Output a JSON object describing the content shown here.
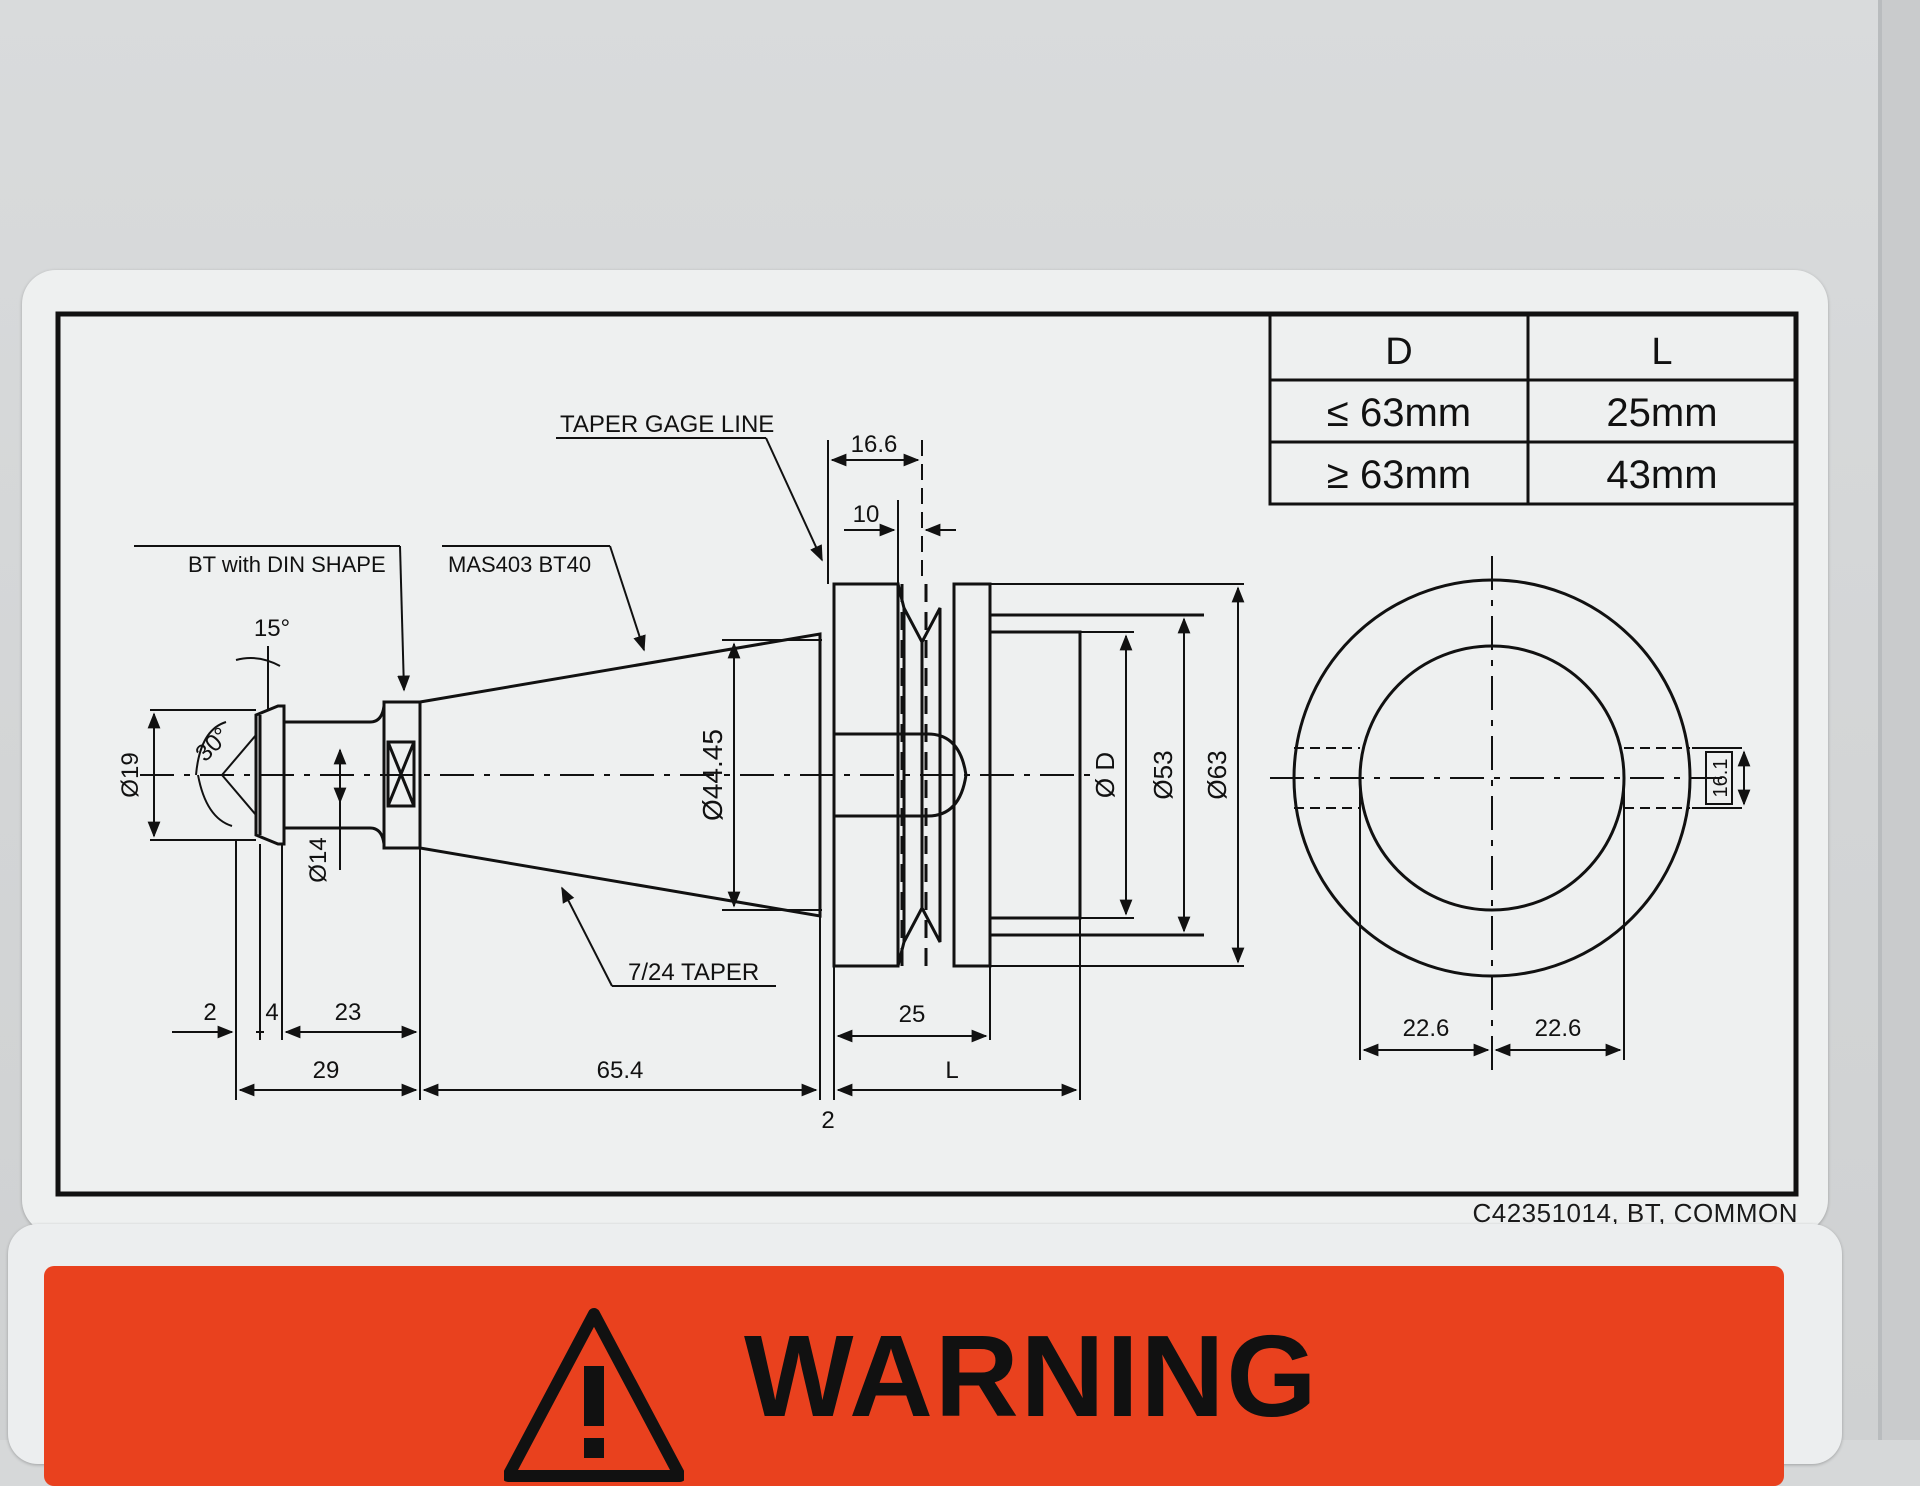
{
  "label": {
    "part_number": "C42351014, BT, COMMON",
    "table": {
      "headers": [
        "D",
        "L"
      ],
      "rows": [
        [
          "≤ 63mm",
          "25mm"
        ],
        [
          "≥ 63mm",
          "43mm"
        ]
      ]
    },
    "callouts": {
      "taper_gage_line": "TAPER GAGE LINE",
      "bt_din_shape": "BT with DIN SHAPE",
      "mas403": "MAS403 BT40",
      "taper": "7/24 TAPER"
    },
    "dimensions": {
      "d16_6": "16.6",
      "d10": "10",
      "angle15": "15°",
      "angle30": "30°",
      "dia19": "Ø19",
      "dia14": "Ø14",
      "dia44": "Ø44.45",
      "diaD": "Ø D",
      "dia53": "Ø53",
      "dia63": "Ø63",
      "d16_1": "16.1",
      "d2a": "2",
      "d4": "4",
      "d23": "23",
      "d29": "29",
      "d65": "65.4",
      "d2b": "2",
      "d25": "25",
      "dL": "L",
      "d22a": "22.6",
      "d22b": "22.6"
    }
  },
  "warning": {
    "text": "WARNING"
  },
  "colors": {
    "warning_red": "#e9411e",
    "sticker": "#eef0f0",
    "ink": "#111111"
  }
}
